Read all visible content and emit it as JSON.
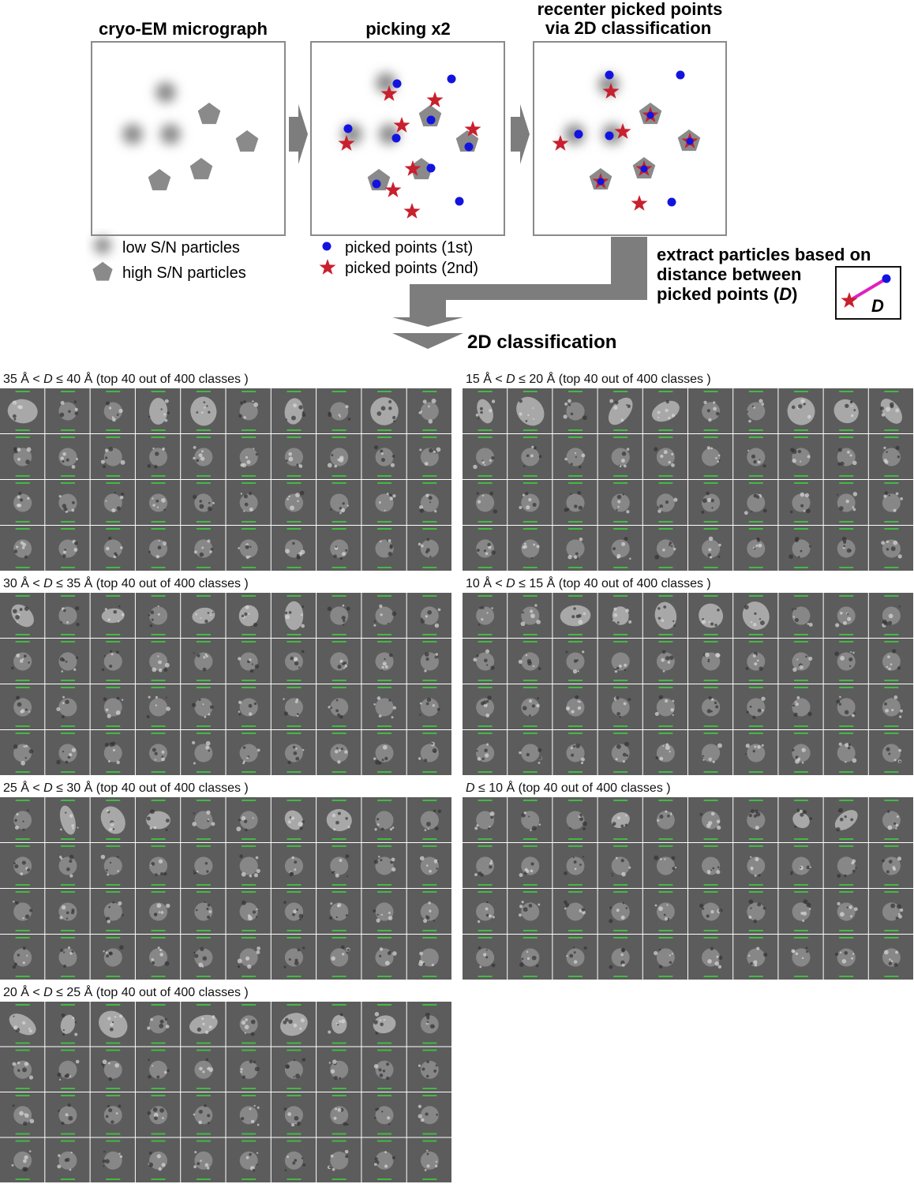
{
  "workflow": {
    "panel1_title": "cryo-EM micrograph",
    "panel2_title": "picking x2",
    "panel3_title_line1": "recenter picked points",
    "panel3_title_line2": "via 2D classification",
    "legend_low": "low S/N particles",
    "legend_high": "high S/N particles",
    "legend_first": "picked points (1st)",
    "legend_second": "picked points (2nd)",
    "extract_line1": "extract particles based on",
    "extract_line2": "distance between",
    "extract_line3_prefix": "picked points (",
    "extract_line3_var": "D",
    "extract_line3_suffix": ")",
    "inset_label": "D",
    "classification_label": "2D classification"
  },
  "colors": {
    "blue_point": "#1313e0",
    "red_star": "#c8202e",
    "gray_particle": "#8a8a8a",
    "arrow_gray": "#7d7d7d",
    "distance_line": "#e020c0",
    "class_label_green": "#3fd13f"
  },
  "class_grids": [
    {
      "id": "g35",
      "prefix": "35 Å < ",
      "var": "D",
      "suffix": " ≤ 40 Å  (top 40 out of 400 classes )",
      "rows": 4,
      "cols": 10
    },
    {
      "id": "g15",
      "prefix": "15 Å < ",
      "var": "D",
      "suffix": " ≤ 20 Å  (top 40 out of 400 classes )",
      "rows": 4,
      "cols": 10
    },
    {
      "id": "g30",
      "prefix": "30 Å < ",
      "var": "D",
      "suffix": " ≤ 35 Å  (top 40 out of 400 classes )",
      "rows": 4,
      "cols": 10
    },
    {
      "id": "g10",
      "prefix": "10 Å < ",
      "var": "D",
      "suffix": " ≤ 15 Å  (top 40 out of 400 classes )",
      "rows": 4,
      "cols": 10
    },
    {
      "id": "g25",
      "prefix": "25 Å < ",
      "var": "D",
      "suffix": " ≤ 30 Å  (top 40 out of 400 classes )",
      "rows": 4,
      "cols": 10
    },
    {
      "id": "g0",
      "prefix": "",
      "var": "D",
      "suffix": " ≤ 10 Å  (top 40 out of 400 classes )",
      "rows": 4,
      "cols": 10
    },
    {
      "id": "g20",
      "prefix": "20 Å < ",
      "var": "D",
      "suffix": " ≤ 25 Å  (top 40 out of 400 classes )",
      "rows": 4,
      "cols": 10
    }
  ]
}
